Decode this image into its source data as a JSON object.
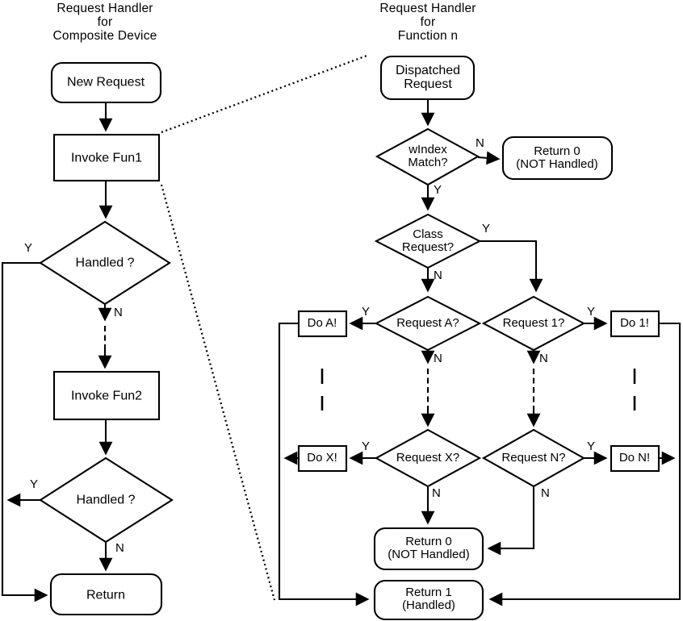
{
  "diagram": {
    "left_chart": {
      "title_lines": [
        "Request Handler",
        "for",
        "Composite Device"
      ],
      "nodes": {
        "new_request": "New Request",
        "invoke_fun1": "Invoke Fun1",
        "handled_1": "Handled ?",
        "invoke_fun2": "Invoke Fun2",
        "handled_2": "Handled ?",
        "return": "Return"
      }
    },
    "right_chart": {
      "title_lines": [
        "Request Handler",
        "for",
        "Function n"
      ],
      "nodes": {
        "dispatched_request": [
          "Dispatched",
          "Request"
        ],
        "windex_match": [
          "wIndex",
          "Match?"
        ],
        "return0_top": [
          "Return 0",
          "(NOT Handled)"
        ],
        "class_request": [
          "Class",
          "Request?"
        ],
        "request_a": "Request A?",
        "request_1": "Request 1?",
        "request_x": "Request X?",
        "request_n": "Request N?",
        "do_a": "Do A!",
        "do_1": "Do 1!",
        "do_x": "Do X!",
        "do_n": "Do N!",
        "return0_bottom": [
          "Return 0",
          "(NOT Handled)"
        ],
        "return1": [
          "Return 1",
          "(Handled)"
        ]
      }
    },
    "branch_labels": {
      "yes": "Y",
      "no": "N"
    },
    "colors": {
      "stroke": "#000000",
      "background": "#ffffff"
    }
  }
}
